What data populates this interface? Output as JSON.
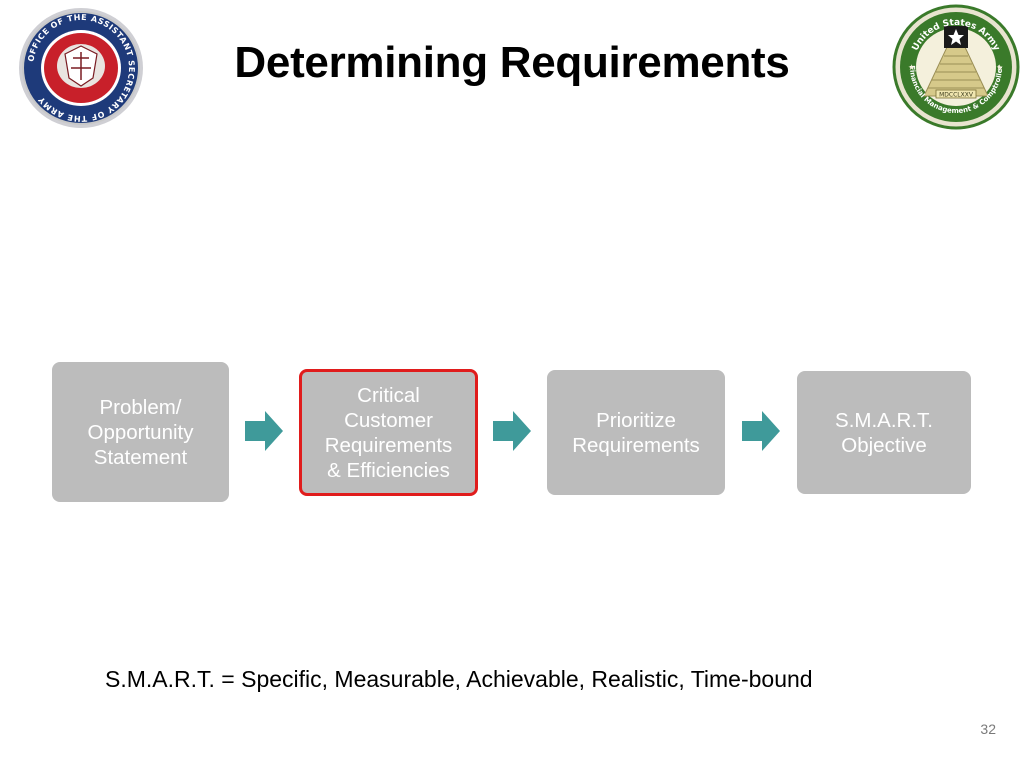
{
  "slide": {
    "title": "Determining Requirements",
    "page_number": "32"
  },
  "seals": {
    "left": {
      "icon": "assistant-secretary-army-seal",
      "ring_text": "OFFICE OF THE ASSISTANT SECRETARY OF THE ARMY",
      "colors": {
        "ring": "#1e3a7a",
        "center": "#c8202a"
      }
    },
    "right": {
      "icon": "army-financial-management-seal",
      "ring_text_top": "United States Army",
      "ring_text_bottom": "Financial Management & Comptroller",
      "banner_text": "MDCCLXXV",
      "colors": {
        "ring": "#3a7a2a",
        "pyramid": "#d6c98a"
      }
    }
  },
  "process": {
    "steps": [
      {
        "label": "Problem/\nOpportunity\nStatement",
        "highlighted": false
      },
      {
        "label": "Critical\nCustomer\nRequirements\n& Efficiencies",
        "highlighted": true
      },
      {
        "label": "Prioritize\nRequirements",
        "highlighted": false
      },
      {
        "label": "S.M.A.R.T.\nObjective",
        "highlighted": false
      }
    ],
    "arrow_icon": "arrow-right-icon",
    "colors": {
      "box": "#bcbcbc",
      "arrow": "#3f9a9a",
      "highlight_border": "#e01c1c",
      "box_text": "#ffffff"
    }
  },
  "footnote": "S.M.A.R.T. = Specific, Measurable, Achievable, Realistic, Time-bound"
}
